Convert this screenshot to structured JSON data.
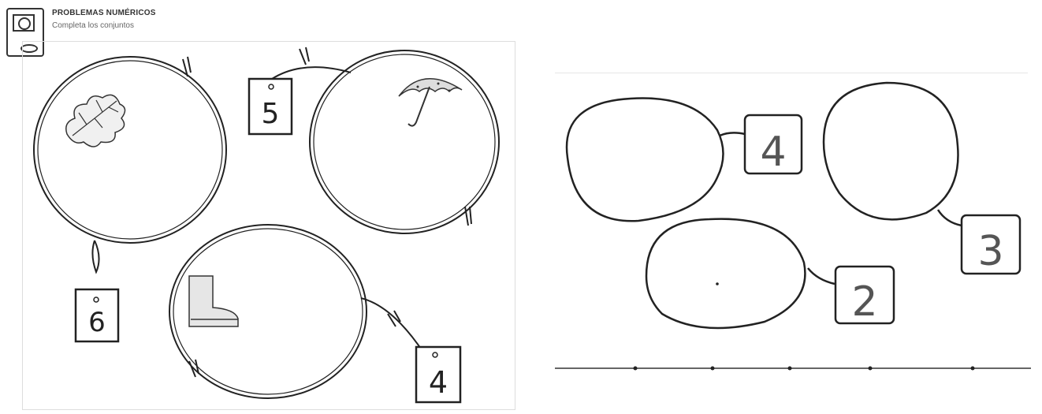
{
  "left_page": {
    "title": "PROBLEMAS NUMÉRICOS",
    "subtitle": "Completa los conjuntos",
    "sets": [
      {
        "icon": "oak-leaf-icon",
        "number": "6"
      },
      {
        "icon": "umbrella-icon",
        "number": "5"
      },
      {
        "icon": "boot-icon",
        "number": "4"
      }
    ]
  },
  "right_page": {
    "sets": [
      {
        "number": "4"
      },
      {
        "number": "3"
      },
      {
        "number": "2"
      }
    ]
  }
}
